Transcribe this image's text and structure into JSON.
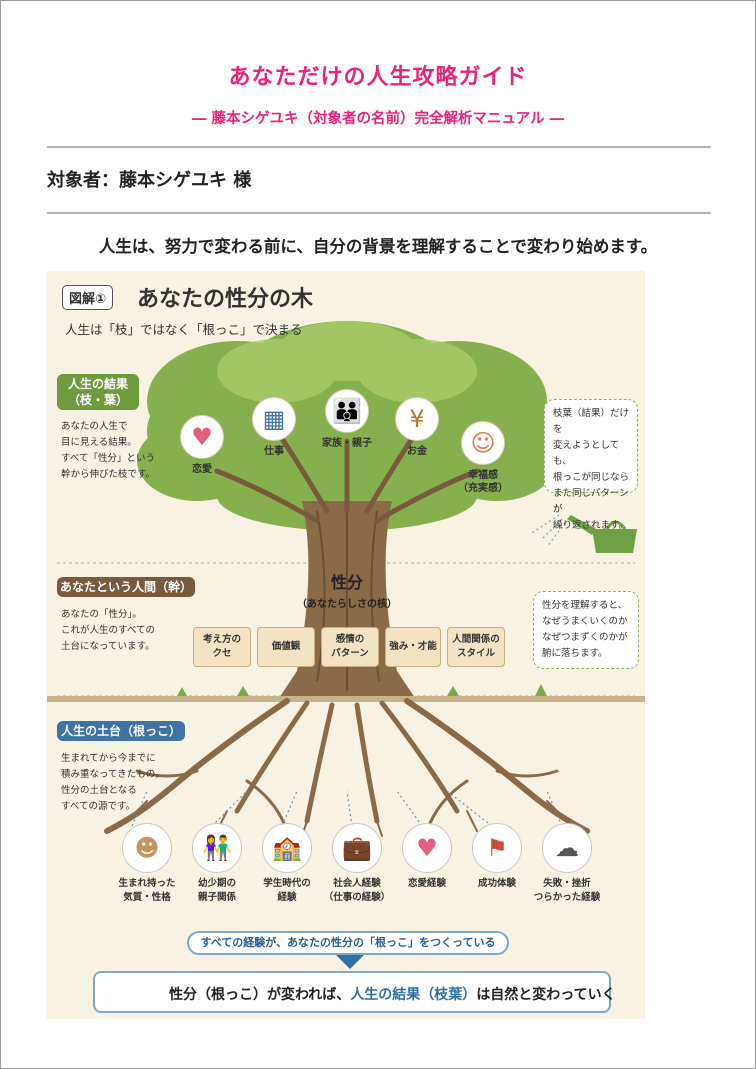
{
  "header": {
    "title": "あなただけの人生攻略ガイド",
    "subtitle": "― 藤本シゲユキ（対象者の名前）完全解析マニュアル ―",
    "target": "対象者：藤本シゲユキ 様",
    "lead": "人生は、努力で変わる前に、自分の背景を理解することで変わり始めます。"
  },
  "figure": {
    "badge": "図解①",
    "title": "あなたの性分の木",
    "subtitle": "人生は「枝」ではなく「根っこ」で決まる",
    "leaves": {
      "label": "人生の結果\n（枝・葉）",
      "text": "あなたの人生で\n目に見える結果。\nすべて「性分」という\n幹から伸びた枝です。",
      "items": [
        {
          "icon": "heart-icon",
          "glyph": "♥",
          "label": "恋愛"
        },
        {
          "icon": "building-icon",
          "glyph": "▦",
          "label": "仕事"
        },
        {
          "icon": "family-icon",
          "glyph": "👪",
          "label": "家族・親子"
        },
        {
          "icon": "money-bag-icon",
          "glyph": "¥",
          "label": "お金"
        },
        {
          "icon": "smile-icon",
          "glyph": "☺",
          "label": "幸福感\n（充実感）"
        }
      ],
      "bubble": "枝葉（結果）だけを\n変えようとしても、\n根っこが同じなら\nまた同じパターンが\n繰り返されます。"
    },
    "trunk": {
      "label": "あなたという人間（幹）",
      "text": "あなたの「性分」。\nこれが人生のすべての\n土台になっています。",
      "title": "性分",
      "subtitle": "（あなたらしさの核）",
      "plaques": [
        "考え方の\nクセ",
        "価値観",
        "感情の\nパターン",
        "強み・才能",
        "人間関係の\nスタイル"
      ],
      "bubble": "性分を理解すると、\nなぜうまくいくのか\nなぜつまずくのかが\n腑に落ちます。"
    },
    "roots": {
      "label": "人生の土台（根っこ）",
      "text": "生まれてから今までに\n積み重なってきたもの。\n性分の土台となる\nすべての源です。",
      "experiences": [
        {
          "icon": "baby-icon",
          "glyph": "☻",
          "label": "生まれ持った\n気質・性格"
        },
        {
          "icon": "parent-child-icon",
          "glyph": "👫",
          "label": "幼少期の\n親子関係"
        },
        {
          "icon": "school-icon",
          "glyph": "🏫",
          "label": "学生時代の\n経験"
        },
        {
          "icon": "briefcase-icon",
          "glyph": "💼",
          "label": "社会人経験\n（仕事の経験）"
        },
        {
          "icon": "heart-icon",
          "glyph": "♥",
          "label": "恋愛経験"
        },
        {
          "icon": "flag-icon",
          "glyph": "⚑",
          "label": "成功体験"
        },
        {
          "icon": "storm-cloud-icon",
          "glyph": "☁",
          "label": "失敗・挫折\nつらかった経験"
        }
      ]
    },
    "summary": "すべての経験が、あなたの性分の「根っこ」をつくっている",
    "conclusion": {
      "part1": "性分（根っこ）が変われば、",
      "part2": "人生の結果（枝葉）",
      "part3": "は自然と変わっていく"
    }
  },
  "colors": {
    "accent_pink": "#e8237a",
    "leaf_green": "#6f9a3e",
    "trunk_brown": "#7a5a3c",
    "root_blue": "#3f73a4"
  }
}
